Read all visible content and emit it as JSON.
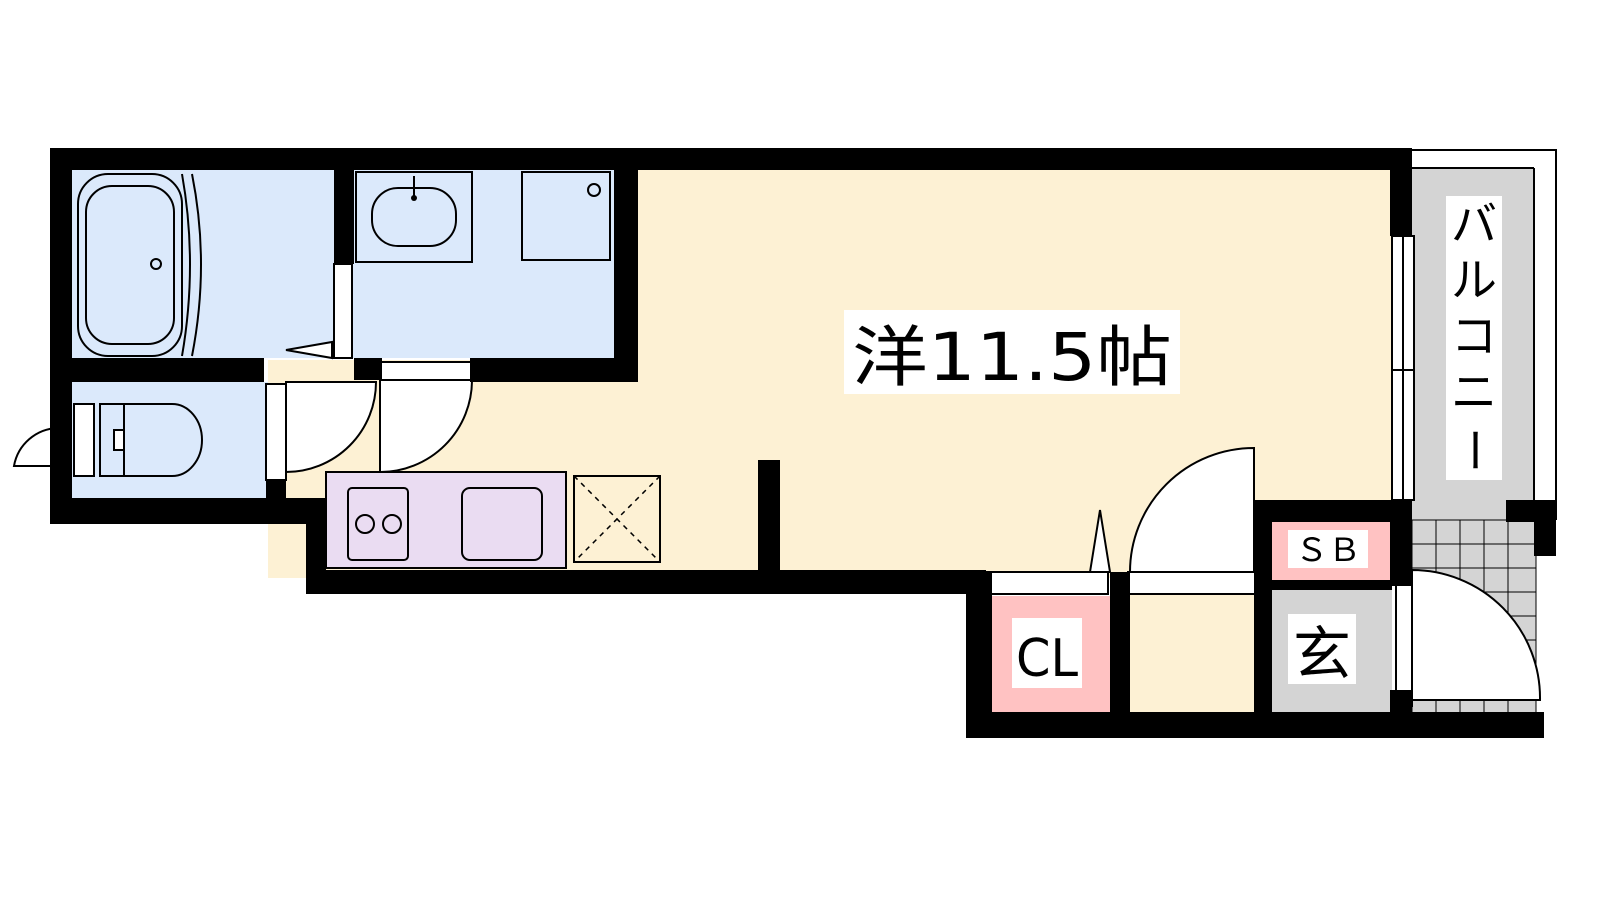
{
  "floor_plan": {
    "main_room_label": "洋11.5帖",
    "balcony_label": "バルコニー",
    "balcony_chars": [
      "バ",
      "ル",
      "コ",
      "ニ",
      "ー"
    ],
    "closet_label": "CL",
    "shoe_box_label": "ＳＢ",
    "entrance_label": "玄"
  },
  "colors": {
    "wall": "#000000",
    "wet_area": "#dbe9fb",
    "living_floor": "#fdf1d4",
    "kitchen_counter": "#eadcf2",
    "closet": "#ffc2c2",
    "entrance": "#d4d4d4",
    "balcony": "#d4d4d4",
    "label_bg": "#ffffff"
  }
}
